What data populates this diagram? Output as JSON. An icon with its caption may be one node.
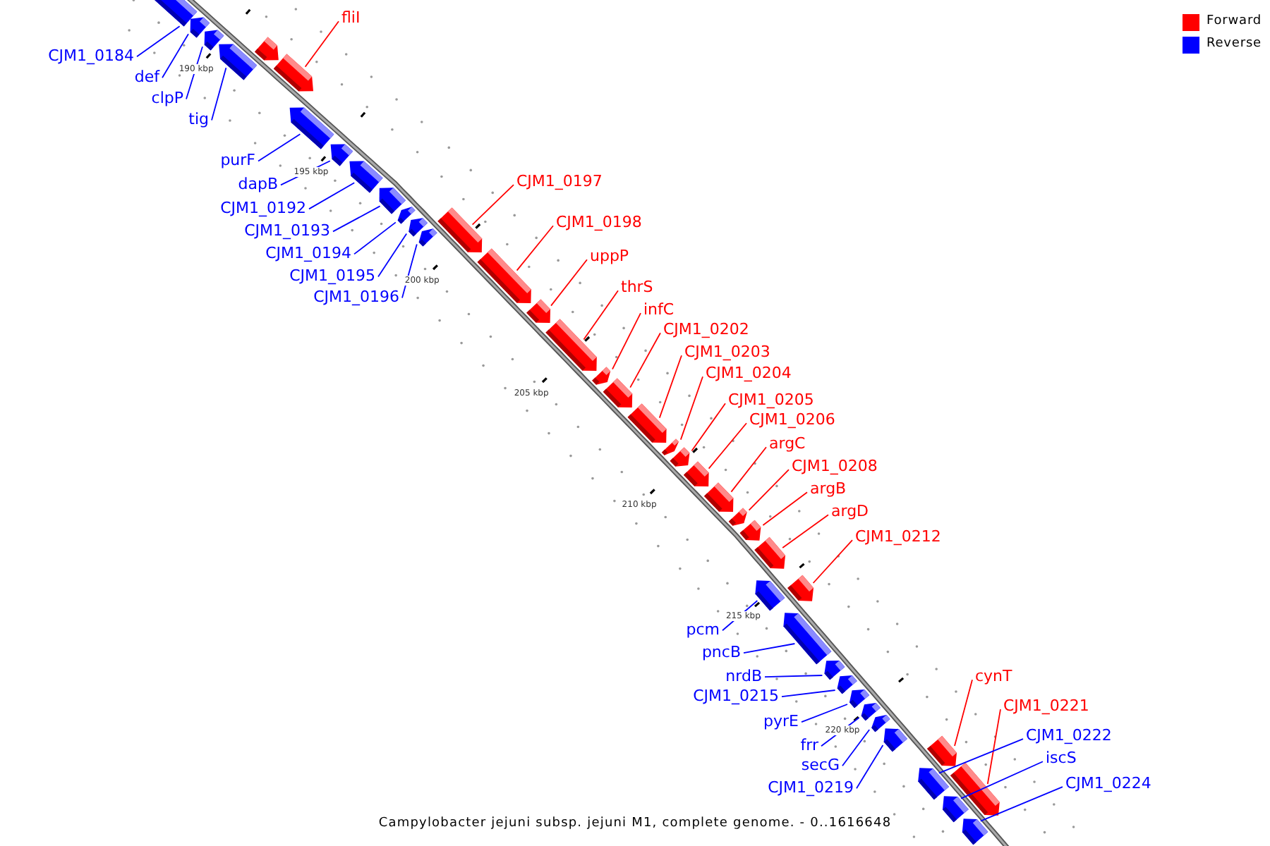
{
  "diagram": {
    "caption": "Campylobacter jejuni subsp. jejuni M1, complete genome. - 0..1616648",
    "nodes": [
      {
        "text": [
          "CJM1_0184"
        ]
      },
      {
        "text": [],
        "shape": "arrow"
      },
      {
        "text": [
          "def"
        ]
      },
      {
        "text": [],
        "shape": "arrow"
      },
      {
        "text": [
          "clpP"
        ]
      },
      {
        "text": [],
        "shape": "arrow"
      },
      {
        "text": [
          "tig"
        ]
      },
      {
        "text": [],
        "shape": "arrow"
      },
      {
        "text": [],
        "shape": "arrow"
      },
      {
        "text": [
          "fliI"
        ]
      },
      {
        "text": [],
        "shape": "arrow"
      },
      {
        "text": [
          "purF"
        ]
      },
      {
        "text": [],
        "shape": "arrow"
      },
      {
        "text": [
          "dapB"
        ]
      },
      {
        "text": [],
        "shape": "arrow"
      },
      {
        "text": [
          "CJM1_0192"
        ]
      },
      {
        "text": [],
        "shape": "arrow"
      },
      {
        "text": [
          "CJM1_0193"
        ]
      },
      {
        "text": [],
        "shape": "arrow"
      },
      {
        "text": [
          "CJM1_0194"
        ]
      },
      {
        "text": [],
        "shape": "arrow"
      },
      {
        "text": [
          "CJM1_0195"
        ]
      },
      {
        "text": [],
        "shape": "arrow"
      },
      {
        "text": [
          "CJM1_0196"
        ]
      },
      {
        "text": [],
        "shape": "arrow"
      },
      {
        "text": [
          "CJM1_0197"
        ]
      },
      {
        "text": [],
        "shape": "arrow"
      },
      {
        "text": [
          "CJM1_0198"
        ]
      },
      {
        "text": [],
        "shape": "arrow"
      },
      {
        "text": [
          "uppP"
        ]
      },
      {
        "text": [],
        "shape": "arrow"
      },
      {
        "text": [
          "thrS"
        ]
      },
      {
        "text": [],
        "shape": "arrow"
      },
      {
        "text": [
          "infC"
        ]
      },
      {
        "text": [],
        "shape": "arrow"
      },
      {
        "text": [
          "CJM1_0202"
        ]
      },
      {
        "text": [],
        "shape": "arrow"
      },
      {
        "text": [
          "CJM1_0203"
        ]
      },
      {
        "text": [],
        "shape": "arrow"
      },
      {
        "text": [
          "CJM1_0204"
        ]
      },
      {
        "text": [],
        "shape": "arrow"
      },
      {
        "text": [
          "CJM1_0205"
        ]
      },
      {
        "text": [],
        "shape": "arrow"
      },
      {
        "text": [
          "CJM1_0206"
        ]
      },
      {
        "text": [],
        "shape": "arrow"
      },
      {
        "text": [
          "argC"
        ]
      },
      {
        "text": [],
        "shape": "arrow"
      },
      {
        "text": [
          "CJM1_0208"
        ]
      },
      {
        "text": [],
        "shape": "arrow"
      },
      {
        "text": [
          "argB"
        ]
      },
      {
        "text": [],
        "shape": "arrow"
      },
      {
        "text": [
          "argD"
        ]
      },
      {
        "text": [],
        "shape": "arrow"
      },
      {
        "text": [
          "CJM1_0212"
        ]
      },
      {
        "text": [],
        "shape": "arrow"
      },
      {
        "text": [
          "pcm"
        ]
      },
      {
        "text": [],
        "shape": "arrow"
      },
      {
        "text": [
          "pncB"
        ]
      },
      {
        "text": [],
        "shape": "arrow"
      },
      {
        "text": [
          "nrdB"
        ]
      },
      {
        "text": [],
        "shape": "arrow"
      },
      {
        "text": [
          "CJM1_0215"
        ]
      },
      {
        "text": [],
        "shape": "arrow"
      },
      {
        "text": [
          "pyrE"
        ]
      },
      {
        "text": [],
        "shape": "arrow"
      },
      {
        "text": [
          "frr"
        ]
      },
      {
        "text": [],
        "shape": "arrow"
      },
      {
        "text": [
          "secG"
        ]
      },
      {
        "text": [],
        "shape": "arrow"
      },
      {
        "text": [
          "CJM1_0219"
        ]
      },
      {
        "text": [],
        "shape": "arrow"
      },
      {
        "text": [
          "cynT"
        ]
      },
      {
        "text": [],
        "shape": "arrow"
      },
      {
        "text": [
          "CJM1_0221"
        ]
      },
      {
        "text": [],
        "shape": "arrow"
      },
      {
        "text": [
          "CJM1_0222"
        ]
      },
      {
        "text": [],
        "shape": "arrow"
      },
      {
        "text": [
          "iscS"
        ]
      },
      {
        "text": [],
        "shape": "arrow"
      },
      {
        "text": [
          "CJM1_0224"
        ]
      },
      {
        "text": [],
        "shape": "arrow"
      }
    ],
    "edges": [
      {
        "from": 0,
        "to": 1,
        "arrow": "none"
      },
      {
        "from": 2,
        "to": 3,
        "arrow": "none"
      },
      {
        "from": 4,
        "to": 5,
        "arrow": "none"
      },
      {
        "from": 6,
        "to": 7,
        "arrow": "none"
      },
      {
        "from": 9,
        "to": 10,
        "arrow": "none",
        "color": "#ff0000"
      },
      {
        "from": 11,
        "to": 12,
        "arrow": "none"
      },
      {
        "from": 13,
        "to": 14,
        "arrow": "none"
      },
      {
        "from": 15,
        "to": 16,
        "arrow": "none"
      },
      {
        "from": 17,
        "to": 18,
        "arrow": "none"
      },
      {
        "from": 19,
        "to": 20,
        "arrow": "none"
      },
      {
        "from": 21,
        "to": 22,
        "arrow": "none"
      },
      {
        "from": 23,
        "to": 24,
        "arrow": "none"
      },
      {
        "from": 25,
        "to": 26,
        "arrow": "none",
        "color": "#ff0000"
      },
      {
        "from": 27,
        "to": 28,
        "arrow": "none",
        "color": "#ff0000"
      },
      {
        "from": 29,
        "to": 30,
        "arrow": "none",
        "color": "#ff0000"
      },
      {
        "from": 31,
        "to": 32,
        "arrow": "none",
        "color": "#ff0000"
      },
      {
        "from": 33,
        "to": 34,
        "arrow": "none",
        "color": "#ff0000"
      },
      {
        "from": 35,
        "to": 36,
        "arrow": "none",
        "color": "#ff0000"
      },
      {
        "from": 37,
        "to": 38,
        "arrow": "none",
        "color": "#ff0000"
      },
      {
        "from": 39,
        "to": 40,
        "arrow": "none",
        "color": "#ff0000"
      },
      {
        "from": 41,
        "to": 42,
        "arrow": "none",
        "color": "#ff0000"
      },
      {
        "from": 43,
        "to": 44,
        "arrow": "none",
        "color": "#ff0000"
      },
      {
        "from": 45,
        "to": 46,
        "arrow": "none",
        "color": "#ff0000"
      },
      {
        "from": 47,
        "to": 48,
        "arrow": "none",
        "color": "#ff0000"
      },
      {
        "from": 49,
        "to": 50,
        "arrow": "none",
        "color": "#ff0000"
      },
      {
        "from": 51,
        "to": 52,
        "arrow": "none",
        "color": "#ff0000"
      },
      {
        "from": 53,
        "to": 54,
        "arrow": "none",
        "color": "#ff0000"
      },
      {
        "from": 55,
        "to": 56,
        "arrow": "none"
      },
      {
        "from": 57,
        "to": 58,
        "arrow": "none"
      },
      {
        "from": 59,
        "to": 60,
        "arrow": "none"
      },
      {
        "from": 61,
        "to": 62,
        "arrow": "none"
      },
      {
        "from": 63,
        "to": 64,
        "arrow": "none"
      },
      {
        "from": 65,
        "to": 66,
        "arrow": "none"
      },
      {
        "from": 67,
        "to": 68,
        "arrow": "none"
      },
      {
        "from": 69,
        "to": 70,
        "arrow": "none"
      },
      {
        "from": 71,
        "to": 72,
        "arrow": "none",
        "color": "#ff0000"
      },
      {
        "from": 73,
        "to": 74,
        "arrow": "none",
        "color": "#ff0000"
      },
      {
        "from": 75,
        "to": 76,
        "arrow": "none"
      },
      {
        "from": 77,
        "to": 78,
        "arrow": "none"
      },
      {
        "from": 79,
        "to": 80,
        "arrow": "none"
      }
    ],
    "labels": [
      "190 kbp",
      "195 kbp",
      "200 kbp",
      "205 kbp",
      "210 kbp",
      "215 kbp",
      "220 kbp"
    ],
    "legend": [
      {
        "text": "Forward",
        "color": "#ff0000"
      },
      {
        "text": "Reverse",
        "color": "#0000ff"
      }
    ]
  }
}
